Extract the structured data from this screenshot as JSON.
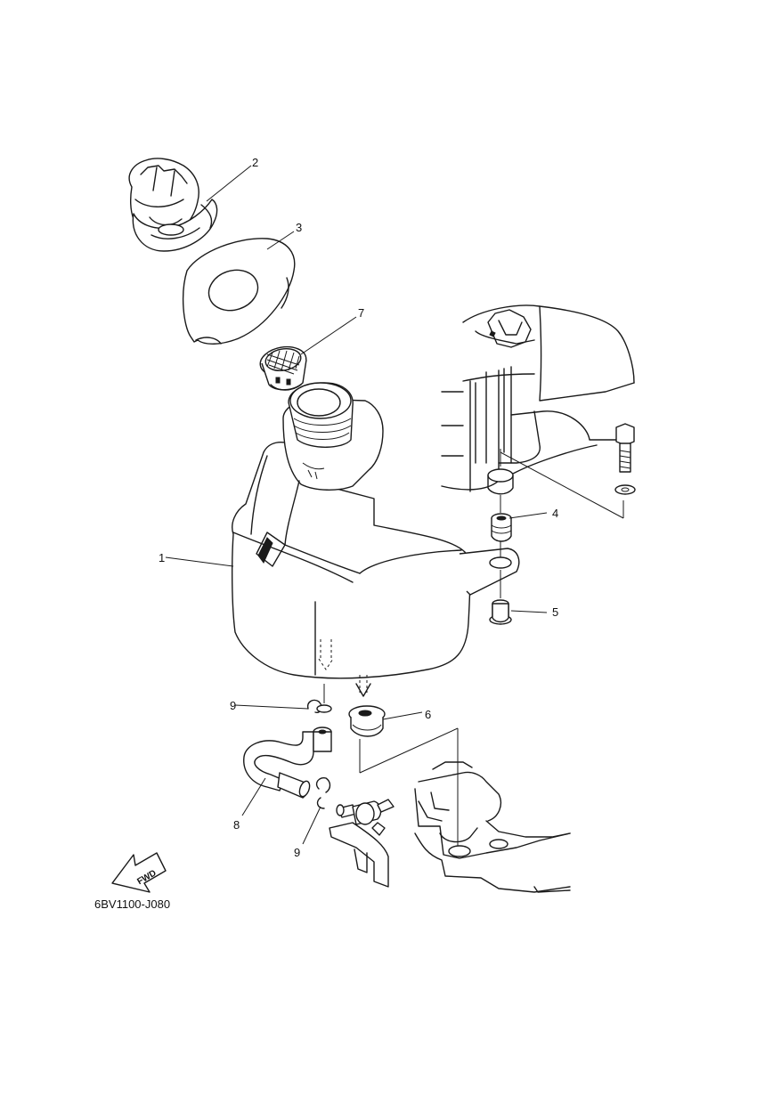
{
  "diagram": {
    "callouts": [
      "1",
      "2",
      "3",
      "4",
      "5",
      "6",
      "7",
      "8",
      "9",
      "9"
    ],
    "direction_label": "FWD",
    "drawing_code": "6BV1100-J080"
  }
}
